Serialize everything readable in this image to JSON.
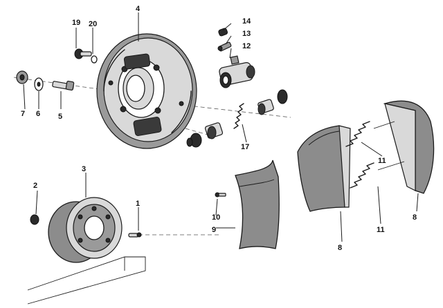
{
  "callouts": {
    "c1": "1",
    "c2": "2",
    "c3": "3",
    "c4": "4",
    "c5": "5",
    "c6": "6",
    "c7": "7",
    "c8a": "8",
    "c8b": "8",
    "c9": "9",
    "c10": "10",
    "c11a": "11",
    "c11b": "11",
    "c12": "12",
    "c13": "13",
    "c14": "14",
    "c17": "17",
    "c19": "19",
    "c20": "20"
  },
  "colors": {
    "ink": "#1a1a1a",
    "lining": "#8c8c8c",
    "background": "#ffffff"
  }
}
